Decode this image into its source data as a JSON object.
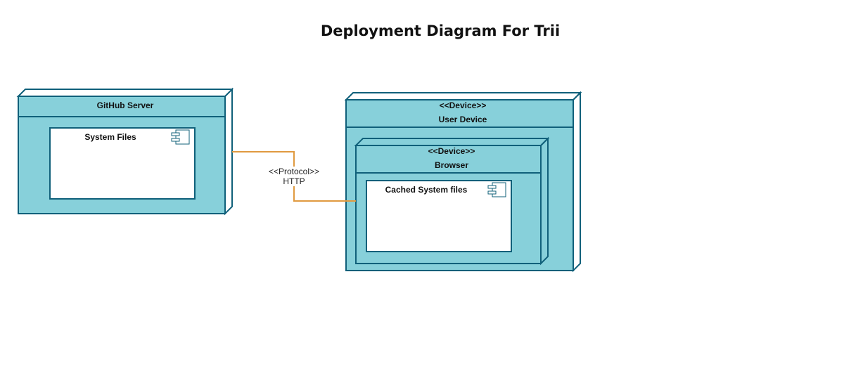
{
  "diagram": {
    "title": "Deployment Diagram For Trii",
    "colors": {
      "node_fill": "#87d0da",
      "node_stroke": "#10607a",
      "component_fill": "#ffffff",
      "connector": "#e09a40"
    },
    "nodes": {
      "github_server": {
        "label": "GitHub Server",
        "component": "System Files"
      },
      "user_device": {
        "stereotype": "<<Device>>",
        "label": "User Device"
      },
      "browser": {
        "stereotype": "<<Device>>",
        "label": "Browser",
        "component": "Cached System files"
      }
    },
    "connector": {
      "stereotype": "<<Protocol>>",
      "label": "HTTP"
    }
  }
}
